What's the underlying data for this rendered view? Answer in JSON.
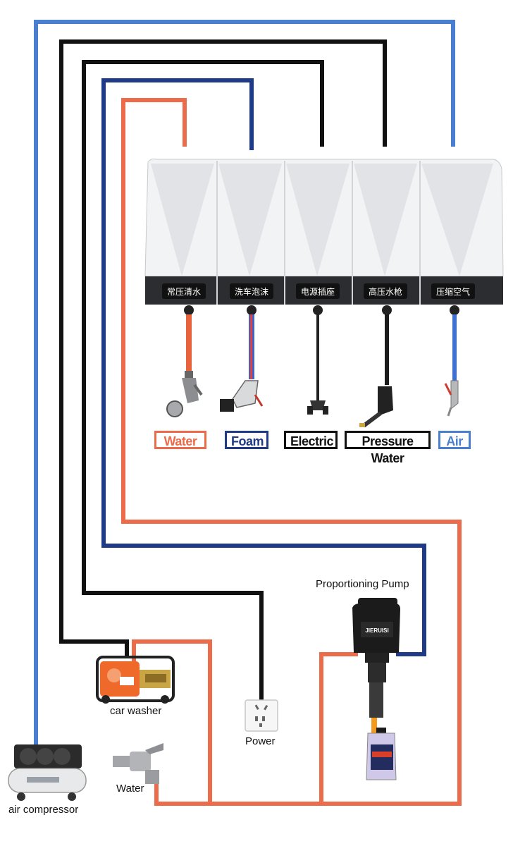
{
  "colors": {
    "water": "#ec6b4a",
    "foam": "#1f3a86",
    "electric": "#111111",
    "pressure": "#111111",
    "air": "#4a7fcf"
  },
  "reels": [
    {
      "cn": "常压清水",
      "tag": "Water"
    },
    {
      "cn": "洗车泡沫",
      "tag": "Foam"
    },
    {
      "cn": "电源插座",
      "tag": "Electric"
    },
    {
      "cn": "高压水枪",
      "tag": "Pressure Water"
    },
    {
      "cn": "压缩空气",
      "tag": "Air"
    }
  ],
  "equipment": {
    "pump": "Proportioning Pump",
    "pump_brand": "JIERUISI",
    "washer": "car washer",
    "power": "Power",
    "water": "Water",
    "compressor": "air compressor"
  }
}
